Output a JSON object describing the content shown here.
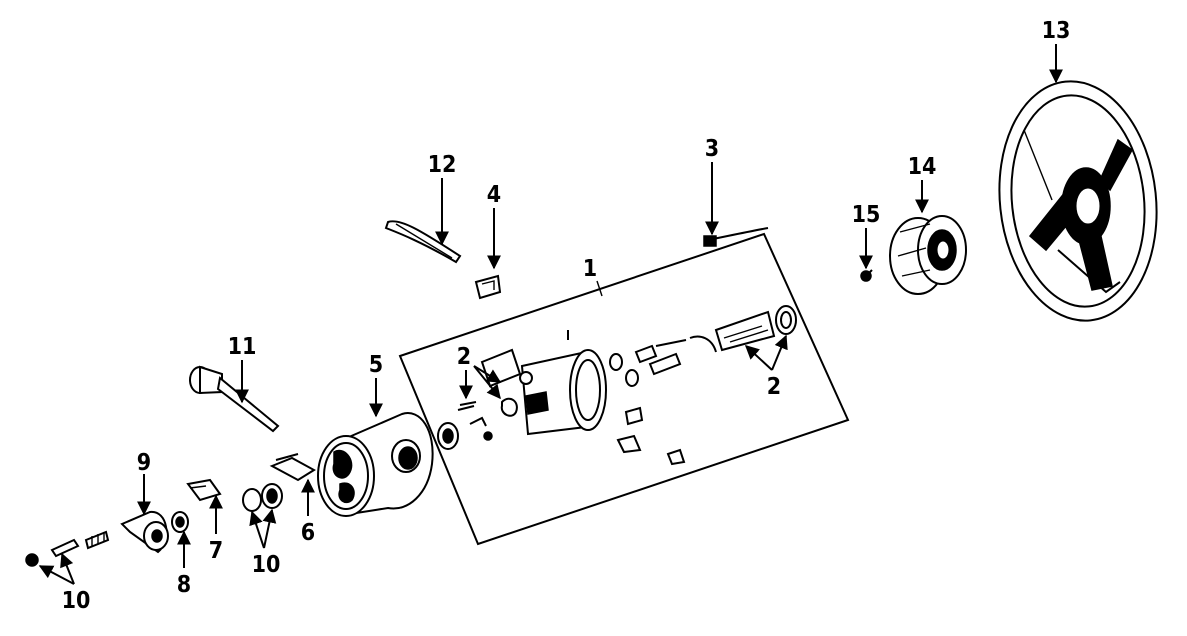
{
  "callouts": {
    "c1": "1",
    "c2a": "2",
    "c2b": "2",
    "c3": "3",
    "c4": "4",
    "c5": "5",
    "c6": "6",
    "c7": "7",
    "c8": "8",
    "c9": "9",
    "c10a": "10",
    "c10b": "10",
    "c11": "11",
    "c12": "12",
    "c13": "13",
    "c14": "14",
    "c15": "15"
  }
}
